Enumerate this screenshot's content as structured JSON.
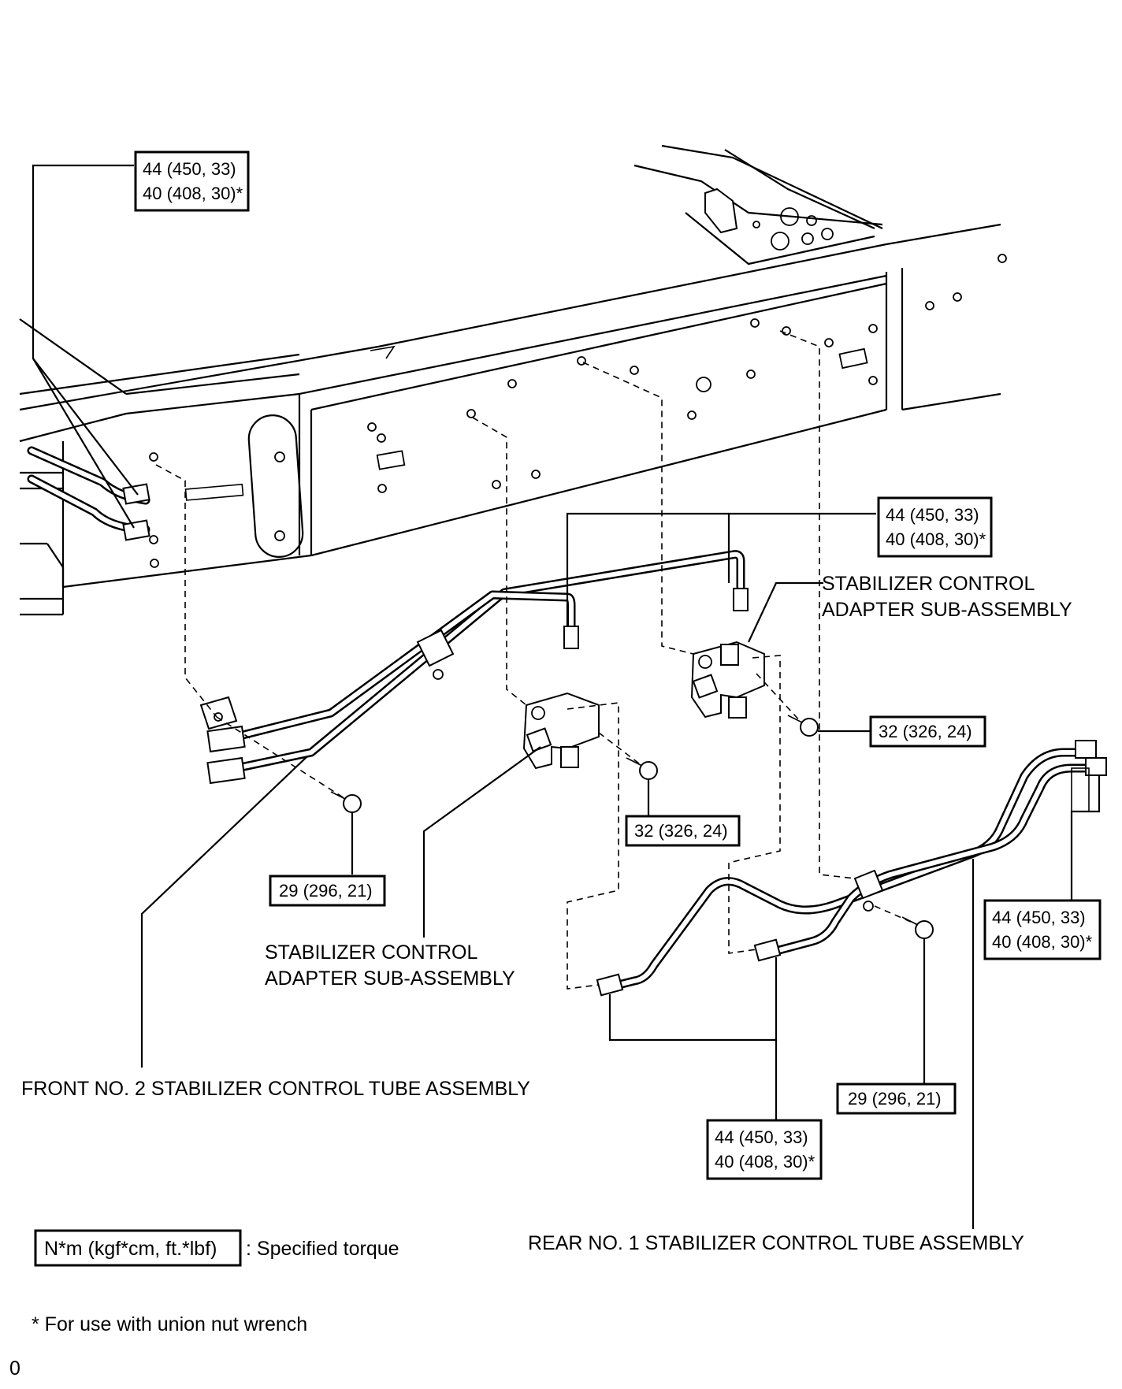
{
  "torque_callouts": {
    "top_left": {
      "line1": "44 (450, 33)",
      "line2": "40 (408, 30)*"
    },
    "upper_right": {
      "line1": "44 (450, 33)",
      "line2": "40 (408, 30)*"
    },
    "bolt_right": {
      "line1": "32 (326, 24)"
    },
    "bolt_center": {
      "line1": "32 (326, 24)"
    },
    "bolt_left": {
      "line1": "29 (296, 21)"
    },
    "far_right": {
      "line1": "44 (450, 33)",
      "line2": "40 (408, 30)*"
    },
    "bolt_lower_right": {
      "line1": "29 (296, 21)"
    },
    "bottom_center": {
      "line1": "44 (450, 33)",
      "line2": "40 (408, 30)*"
    }
  },
  "part_labels": {
    "adapter_right": {
      "line1": "STABILIZER CONTROL",
      "line2": "ADAPTER SUB-ASSEMBLY"
    },
    "adapter_left": {
      "line1": "STABILIZER CONTROL",
      "line2": "ADAPTER SUB-ASSEMBLY"
    },
    "front_tube": "FRONT NO. 2 STABILIZER CONTROL TUBE ASSEMBLY",
    "rear_tube": "REAR NO. 1 STABILIZER CONTROL TUBE ASSEMBLY"
  },
  "legend": {
    "box_text": "N*m (kgf*cm, ft.*lbf)",
    "description": ": Specified torque",
    "note": "* For use with union nut wrench",
    "figure_code": "0"
  }
}
